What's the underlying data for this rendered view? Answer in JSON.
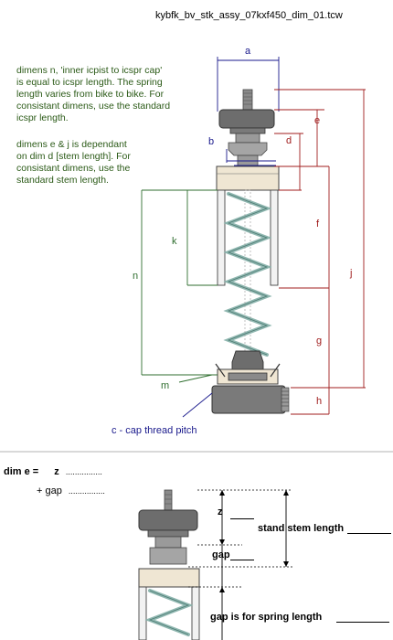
{
  "filename": "kybfk_bv_stk_assy_07kxf450_dim_01.tcw",
  "notes": {
    "para1": [
      "dimens n,  'inner icpist to icspr cap'",
      "is equal to icspr length.  The spring",
      "length varies from bike to bike.  For",
      "consistant dimens, use the standard",
      "icspr length."
    ],
    "para2": [
      "dimens e & j is dependant",
      "on dim d [stem length].  For",
      "consistant dimens, use the",
      "standard stem length."
    ]
  },
  "dim_labels": {
    "a": "a",
    "b": "b",
    "d": "d",
    "e": "e",
    "f": "f",
    "g": "g",
    "h": "h",
    "j": "j",
    "k": "k",
    "n": "n",
    "m": "m"
  },
  "cap_thread_label": "c - cap thread pitch",
  "form": {
    "dim_e_label": "dim e =",
    "z_label": "z",
    "gap_label": "+ gap",
    "dots": "................"
  },
  "detail": {
    "z": "z",
    "gap": "gap",
    "stand_stem_length": "stand stem length",
    "gap_for_spring": "gap is for spring length"
  },
  "colors": {
    "note_green": "#2b5a17",
    "dim_red": "#a01d1d",
    "dim_blue": "#1a1a8c",
    "dim_green": "#2f6e2f",
    "spring": "#8fb7b0",
    "cap_tan": "#efe6d3",
    "dark_gray": "#6d6d6d",
    "mid_gray": "#9a9a9a"
  }
}
